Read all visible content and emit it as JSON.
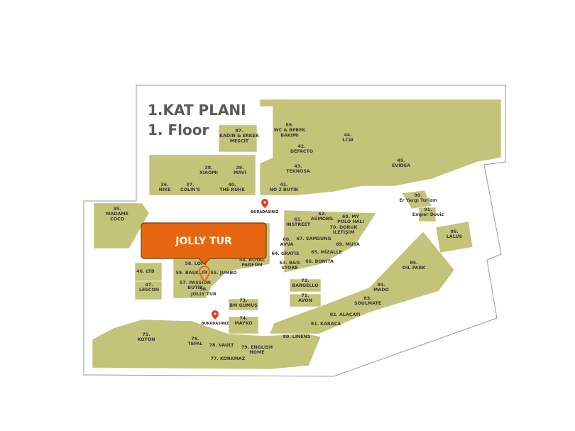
{
  "title_tr": "1.KAT PLANI",
  "title_en": "1. Floor",
  "callout": {
    "label": "JOLLY TUR",
    "color": "#e8660f"
  },
  "you_are_here": "BURADASINIZ",
  "colors": {
    "store": "#c3c37a",
    "outline": "#9a9a9a",
    "pin": "#e23a2a"
  },
  "stores": [
    {
      "id": "s87",
      "lines": [
        "87.",
        "KADIN & ERKEK",
        "MESCİT"
      ]
    },
    {
      "id": "s89",
      "lines": [
        "89.",
        "WC & BEBEK",
        "BAKIMI"
      ]
    },
    {
      "id": "s42",
      "lines": [
        "42.",
        "DEFACTO"
      ]
    },
    {
      "id": "s44",
      "lines": [
        "44.",
        "LCW"
      ]
    },
    {
      "id": "s43",
      "lines": [
        "43.",
        "TEKNOSA"
      ]
    },
    {
      "id": "s45",
      "lines": [
        "45.",
        "EVİDEA"
      ]
    },
    {
      "id": "s38",
      "lines": [
        "38.",
        "XIAOMI"
      ]
    },
    {
      "id": "s39",
      "lines": [
        "39.",
        "MAVİ"
      ]
    },
    {
      "id": "s36",
      "lines": [
        "36.",
        "NIKE"
      ]
    },
    {
      "id": "s37",
      "lines": [
        "37.",
        "COLIN'S"
      ]
    },
    {
      "id": "s40",
      "lines": [
        "40.",
        "THE RUHE"
      ]
    },
    {
      "id": "s41",
      "lines": [
        "41.",
        "NO 2 BUTİK"
      ]
    },
    {
      "id": "s90",
      "lines": [
        "90.",
        "Er Yargı Turizm"
      ]
    },
    {
      "id": "s91",
      "lines": [
        "91.",
        "Emper Doviz"
      ]
    },
    {
      "id": "s35",
      "lines": [
        "35.",
        "MADAME",
        "COCO"
      ]
    },
    {
      "id": "s61",
      "lines": [
        "61.",
        "INSTREET"
      ]
    },
    {
      "id": "s62",
      "lines": [
        "62.",
        "ASMOBİL"
      ]
    },
    {
      "id": "s68",
      "lines": [
        "68. MY",
        "POLO HALI"
      ]
    },
    {
      "id": "s70",
      "lines": [
        "70. DORUK",
        "İLETİŞİM"
      ]
    },
    {
      "id": "s60",
      "lines": [
        "60.",
        "AVVA"
      ]
    },
    {
      "id": "s67",
      "lines": [
        "67. SAMSUNG"
      ]
    },
    {
      "id": "s69",
      "lines": [
        "69. MUYA"
      ]
    },
    {
      "id": "s64",
      "lines": [
        "64. GRATIS"
      ]
    },
    {
      "id": "s65",
      "lines": [
        "65. MİZALLE"
      ]
    },
    {
      "id": "s63",
      "lines": [
        "63. B&G",
        "STORE"
      ]
    },
    {
      "id": "s66",
      "lines": [
        "66. BONİTA"
      ]
    },
    {
      "id": "s86",
      "lines": [
        "86.",
        "LALUS"
      ]
    },
    {
      "id": "s85",
      "lines": [
        "85.",
        "OIL PARK"
      ]
    },
    {
      "id": "s84",
      "lines": [
        "84.",
        "MADO"
      ]
    },
    {
      "id": "s83",
      "lines": [
        "83.",
        "SOULMATE"
      ]
    },
    {
      "id": "s82",
      "lines": [
        "82. ALAÇATI"
      ]
    },
    {
      "id": "s81",
      "lines": [
        "81. KARACA"
      ]
    },
    {
      "id": "s80",
      "lines": [
        "80. LINENS"
      ]
    },
    {
      "id": "s58",
      "lines": [
        "58. LOFT"
      ]
    },
    {
      "id": "s54",
      "lines": [
        "54. ROYAL",
        "PARFÜM"
      ]
    },
    {
      "id": "s59",
      "lines": [
        "59. BAŞKLIM"
      ]
    },
    {
      "id": "s55",
      "lines": [
        "55. JUMBO"
      ]
    },
    {
      "id": "s57",
      "lines": [
        "57. PASSION",
        "BUTİK"
      ]
    },
    {
      "id": "s56",
      "lines": [
        "56.",
        "JOLLY TUR"
      ]
    },
    {
      "id": "s46",
      "lines": [
        "46. LTB"
      ]
    },
    {
      "id": "s47",
      "lines": [
        "47.",
        "LESCON"
      ]
    },
    {
      "id": "s72",
      "lines": [
        "72.",
        "BARGELLO"
      ]
    },
    {
      "id": "s71",
      "lines": [
        "71.",
        "AVON"
      ]
    },
    {
      "id": "s73",
      "lines": [
        "73.",
        "BM GÜMÜŞ"
      ]
    },
    {
      "id": "s74",
      "lines": [
        "74.",
        "MAYKO"
      ]
    },
    {
      "id": "s75",
      "lines": [
        "75.",
        "KOTON"
      ]
    },
    {
      "id": "s76",
      "lines": [
        "76.",
        "TEFAL"
      ]
    },
    {
      "id": "s78",
      "lines": [
        "78. VAULT"
      ]
    },
    {
      "id": "s79",
      "lines": [
        "79. ENGLISH",
        "HOME"
      ]
    },
    {
      "id": "s77",
      "lines": [
        "77. KORKMAZ"
      ]
    }
  ]
}
